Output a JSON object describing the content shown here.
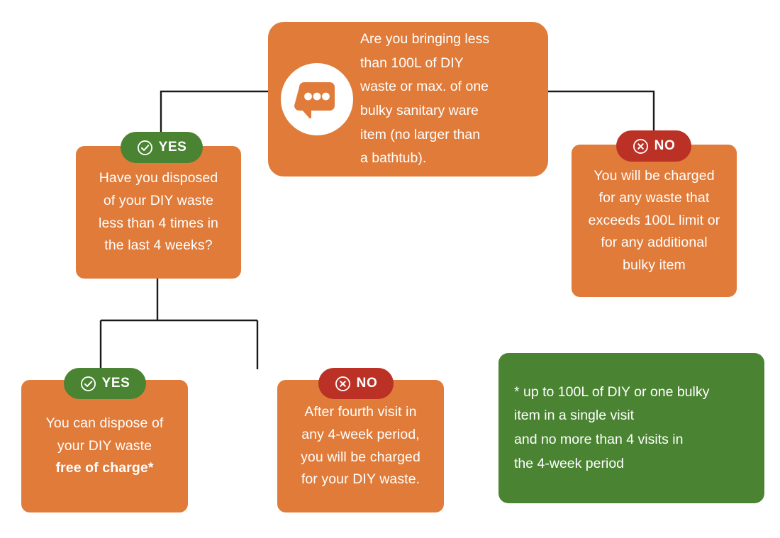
{
  "diagram": {
    "title": "DIY waste charging decision flowchart",
    "colors": {
      "orange": "#e07b39",
      "green": "#4a8432",
      "red": "#bc3125",
      "connector": "#1a1a1a",
      "text": "#ffffff",
      "background": "#ffffff"
    }
  },
  "root": {
    "icon": "speech-bubble-icon",
    "text": "Are you bringing less\nthan 100L of DIY\nwaste or max. of one\nbulky sanitary ware\nitem (no larger than\na bathtub)."
  },
  "badges": {
    "yes_label": "YES",
    "no_label": "NO",
    "yes_icon": "circle-check-icon",
    "no_icon": "circle-x-icon"
  },
  "nodes": {
    "level1_yes": {
      "badge": "YES",
      "text": "Have you disposed\nof your DIY waste\nless than 4 times in\nthe last 4 weeks?"
    },
    "level1_no": {
      "badge": "NO",
      "text": "You will be charged\nfor any waste that\nexceeds 100L limit or\nfor any additional\nbulky item"
    },
    "level2_yes": {
      "badge": "YES",
      "text_line1": "You can dispose of",
      "text_line2": "your DIY waste",
      "text_bold": "free of charge*"
    },
    "level2_no": {
      "badge": "NO",
      "text": "After fourth visit in\nany 4-week period,\nyou will be charged\nfor your DIY waste."
    }
  },
  "footnote": {
    "text": "* up to 100L of DIY or one bulky\nitem in a single visit\nand no more than 4 visits in\nthe 4-week period"
  }
}
